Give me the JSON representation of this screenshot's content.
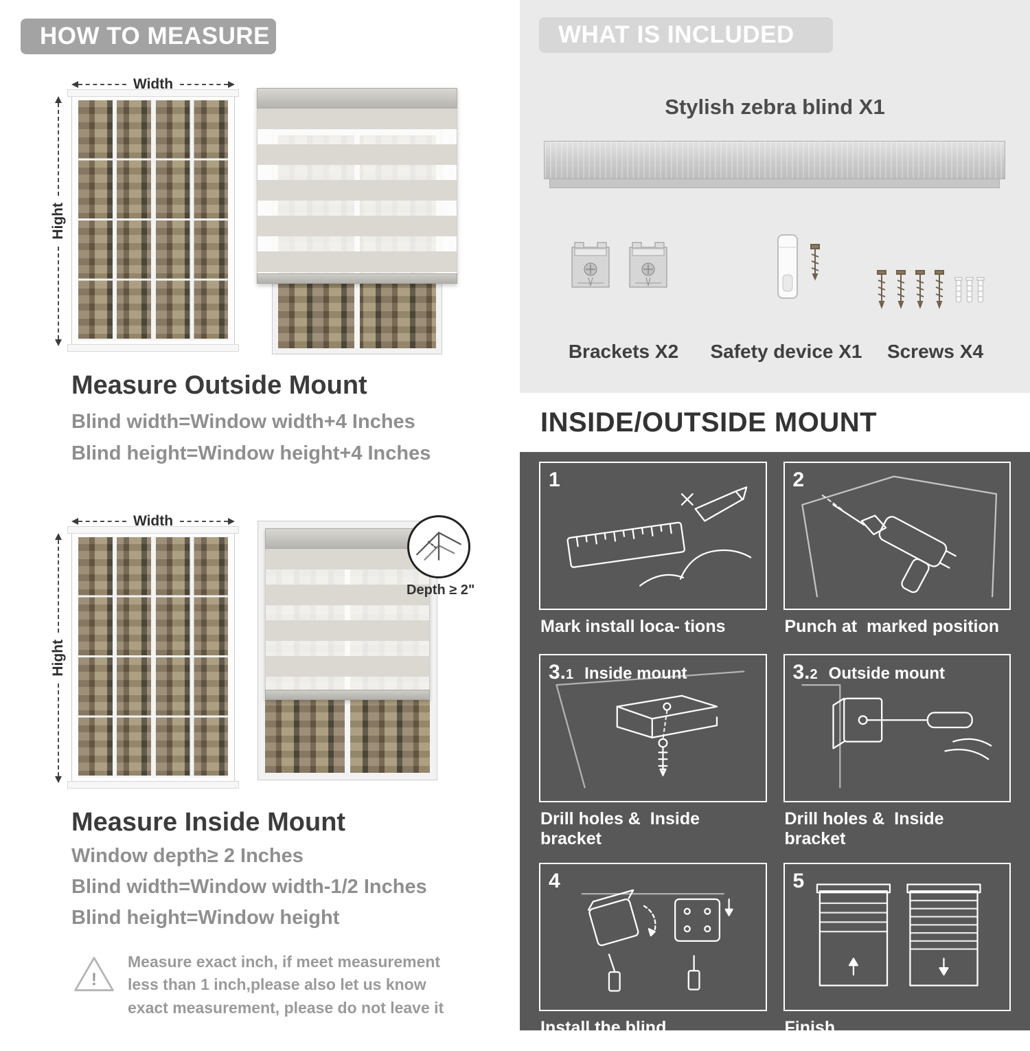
{
  "colors": {
    "left_banner_bg": "#a3a3a3",
    "right_banner_bg": "#d7d7d7",
    "included_panel_bg": "#eaeaea",
    "dark_panel_bg": "#585858",
    "heading_text": "#3b3b3b",
    "muted_text": "#8f8f8f",
    "caption_text": "#ffffff"
  },
  "left": {
    "banner": "HOW TO MEASURE",
    "dim": {
      "width": "Width",
      "height": "Hight"
    },
    "outside": {
      "heading": "Measure Outside Mount",
      "lines": [
        "Blind width=Window width+4 Inches",
        "Blind height=Window height+4 Inches"
      ]
    },
    "inside": {
      "depth_callout": "Depth ≥ 2\"",
      "heading": "Measure Inside Mount",
      "lines": [
        "Window depth≥ 2 Inches",
        "Blind width=Window width-1/2 Inches",
        "Blind height=Window height"
      ]
    },
    "note": {
      "icon": "!",
      "text": "Measure exact inch, if meet measurement less than 1 inch,please also let us know exact measurement, please do not leave it"
    }
  },
  "right": {
    "included": {
      "banner": "WHAT IS INCLUDED",
      "product": "Stylish zebra blind X1",
      "items": [
        "Brackets X2",
        "Safety device X1",
        "Screws X4"
      ]
    },
    "mount": {
      "title": "INSIDE/OUTSIDE MOUNT",
      "steps": [
        {
          "num": "1",
          "caption": "Mark install loca- tions"
        },
        {
          "num": "2",
          "caption": "Punch at  marked position"
        },
        {
          "num": "3.",
          "sub": "1",
          "tag": "Inside mount",
          "caption": "Drill holes &  Inside bracket"
        },
        {
          "num": "3.",
          "sub": "2",
          "tag": "Outside mount",
          "caption": "Drill holes &  Inside bracket"
        },
        {
          "num": "4",
          "caption": "Install the blind"
        },
        {
          "num": "5",
          "caption": "Finish"
        }
      ]
    }
  }
}
